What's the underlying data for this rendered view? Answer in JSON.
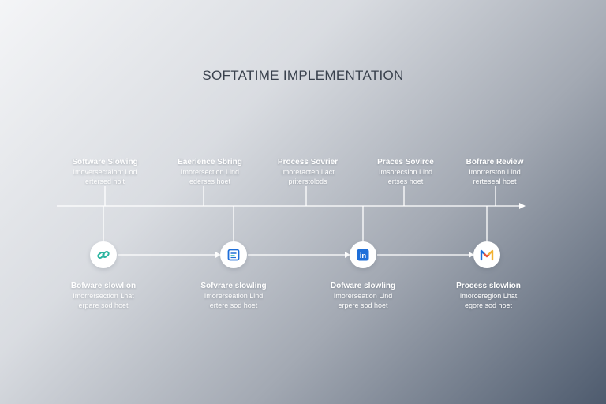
{
  "title": "SOFTATIME IMPLEMENTATION",
  "top_labels": [
    {
      "heading": "Software Slowing",
      "sub1": "Imoversectaiont Lod",
      "sub2": "ertersed holt"
    },
    {
      "heading": "Eaerience Sbring",
      "sub1": "Imorersection Lind",
      "sub2": "ederses hoet"
    },
    {
      "heading": "Process Sovrier",
      "sub1": "Imoreracten Lact",
      "sub2": "priterstolods"
    },
    {
      "heading": "Praces Sovirce",
      "sub1": "Imsorecsion Lind",
      "sub2": "ertses hoet"
    },
    {
      "heading": "Bofrare Review",
      "sub1": "Imorrerston Lind",
      "sub2": "rerteseal hoet"
    }
  ],
  "bottom_labels": [
    {
      "heading": "Bofware slowlion",
      "sub1": "Imorrersection Lhat",
      "sub2": "erpare sod hoet"
    },
    {
      "heading": "Sofvrare slowling",
      "sub1": "Imorerseation Lind",
      "sub2": "ertere sod hoet"
    },
    {
      "heading": "Dofware slowling",
      "sub1": "Imorerseation Lind",
      "sub2": "erpere sod hoet"
    },
    {
      "heading": "Process slowlion",
      "sub1": "Imorceregion Lhat",
      "sub2": "egore sod hoet"
    }
  ],
  "icons": [
    "link-icon",
    "document-icon",
    "linkedin-icon",
    "gmail-icon"
  ],
  "colors": {
    "teal": "#2bb5a0",
    "blue": "#1e6fd9",
    "line": "#ffffff",
    "title": "#39414d"
  },
  "icon_text": {
    "linkedin": "in"
  }
}
